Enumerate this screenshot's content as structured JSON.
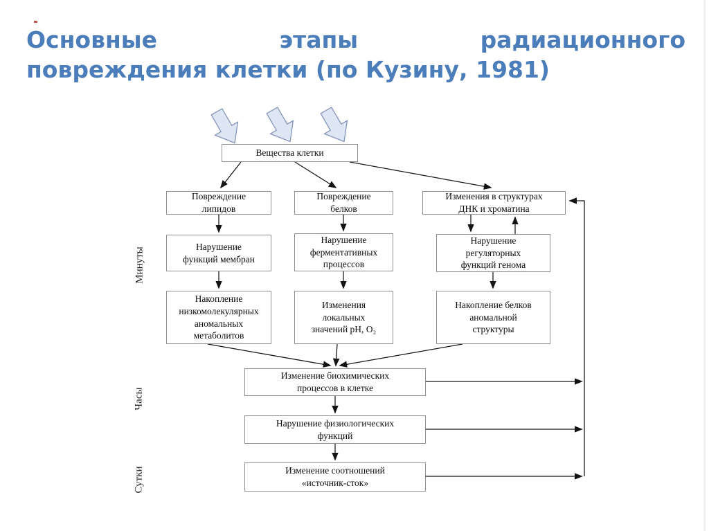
{
  "slide": {
    "title_line1": "Основные этапы радиационного",
    "title_line2": "повреждения клетки (по Кузину, 1981)"
  },
  "colors": {
    "title_blue": "#4a7dba",
    "block_arrow_fill": "#dde6f2",
    "block_arrow_stroke": "#8494b8",
    "box_border": "#8f8f8f",
    "connector_black": "#141414"
  },
  "nodes": {
    "substances": "Вещества клетки",
    "lipid_damage": "Повреждение\nлипидов",
    "protein_damage": "Повреждение\nбелков",
    "dna_changes": "Изменения в структурах\nДНК и хроматина",
    "membrane_dysfunction": "Нарушение\nфункций мембран",
    "enzymatic_disruption": "Нарушение\nферментативных\nпроцессов",
    "genome_regulation": "Нарушение\nрегуляторных\nфункций генома",
    "metabolite_accumulation": "Накопление\nнизкомолекулярных\nаномальных\nметаболитов",
    "ph_o2_changes": "Изменения\nлокальных\nзначений pH, O₂",
    "abnormal_proteins": "Накопление белков\nаномальной\nструктуры",
    "biochemical_changes": "Изменение биохимических\nпроцессов в клетке",
    "physiological_dysfunction": "Нарушение физиологических\nфункций",
    "source_sink": "Изменение соотношений\n«источник-сток»"
  },
  "timeline": {
    "minutes": "Минуты",
    "hours": "Часы",
    "days": "Сутки"
  }
}
